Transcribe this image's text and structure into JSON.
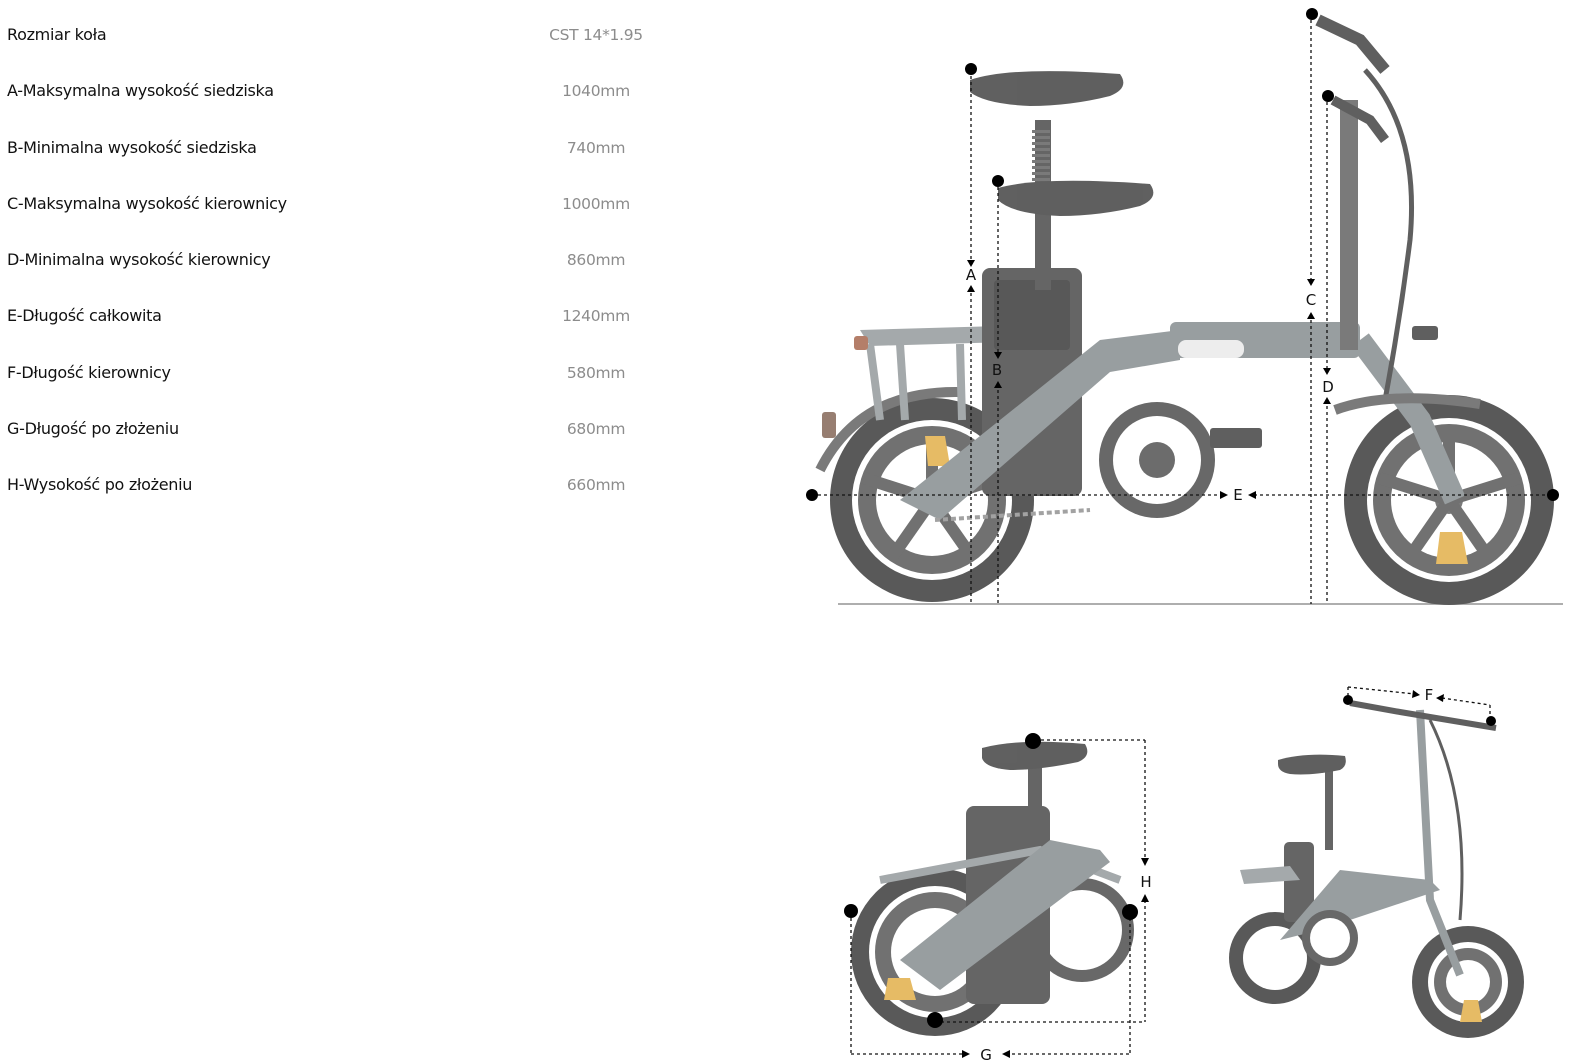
{
  "specs": [
    {
      "label": "Rozmiar koła",
      "value": "CST 14*1.95"
    },
    {
      "label": "A-Maksymalna wysokość siedziska",
      "value": "1040mm"
    },
    {
      "label": "B-Minimalna wysokość siedziska",
      "value": "740mm"
    },
    {
      "label": "C-Maksymalna wysokość kierownicy",
      "value": "1000mm"
    },
    {
      "label": "D-Minimalna wysokość kierownicy",
      "value": "860mm"
    },
    {
      "label": "E-Długość całkowita",
      "value": "1240mm"
    },
    {
      "label": "F-Długość kierownicy",
      "value": "580mm"
    },
    {
      "label": "G-Długość po złożeniu",
      "value": "680mm"
    },
    {
      "label": "H-Wysokość po złożeniu",
      "value": "660mm"
    }
  ],
  "markers": {
    "A": "A",
    "B": "B",
    "C": "C",
    "D": "D",
    "E": "E",
    "F": "F",
    "G": "G",
    "H": "H"
  },
  "colors": {
    "frame": "#6f7679",
    "tire": "#2a2a2a",
    "rim_accent": "#e0a83a",
    "label": "#111111",
    "value": "#8c8c8c"
  }
}
